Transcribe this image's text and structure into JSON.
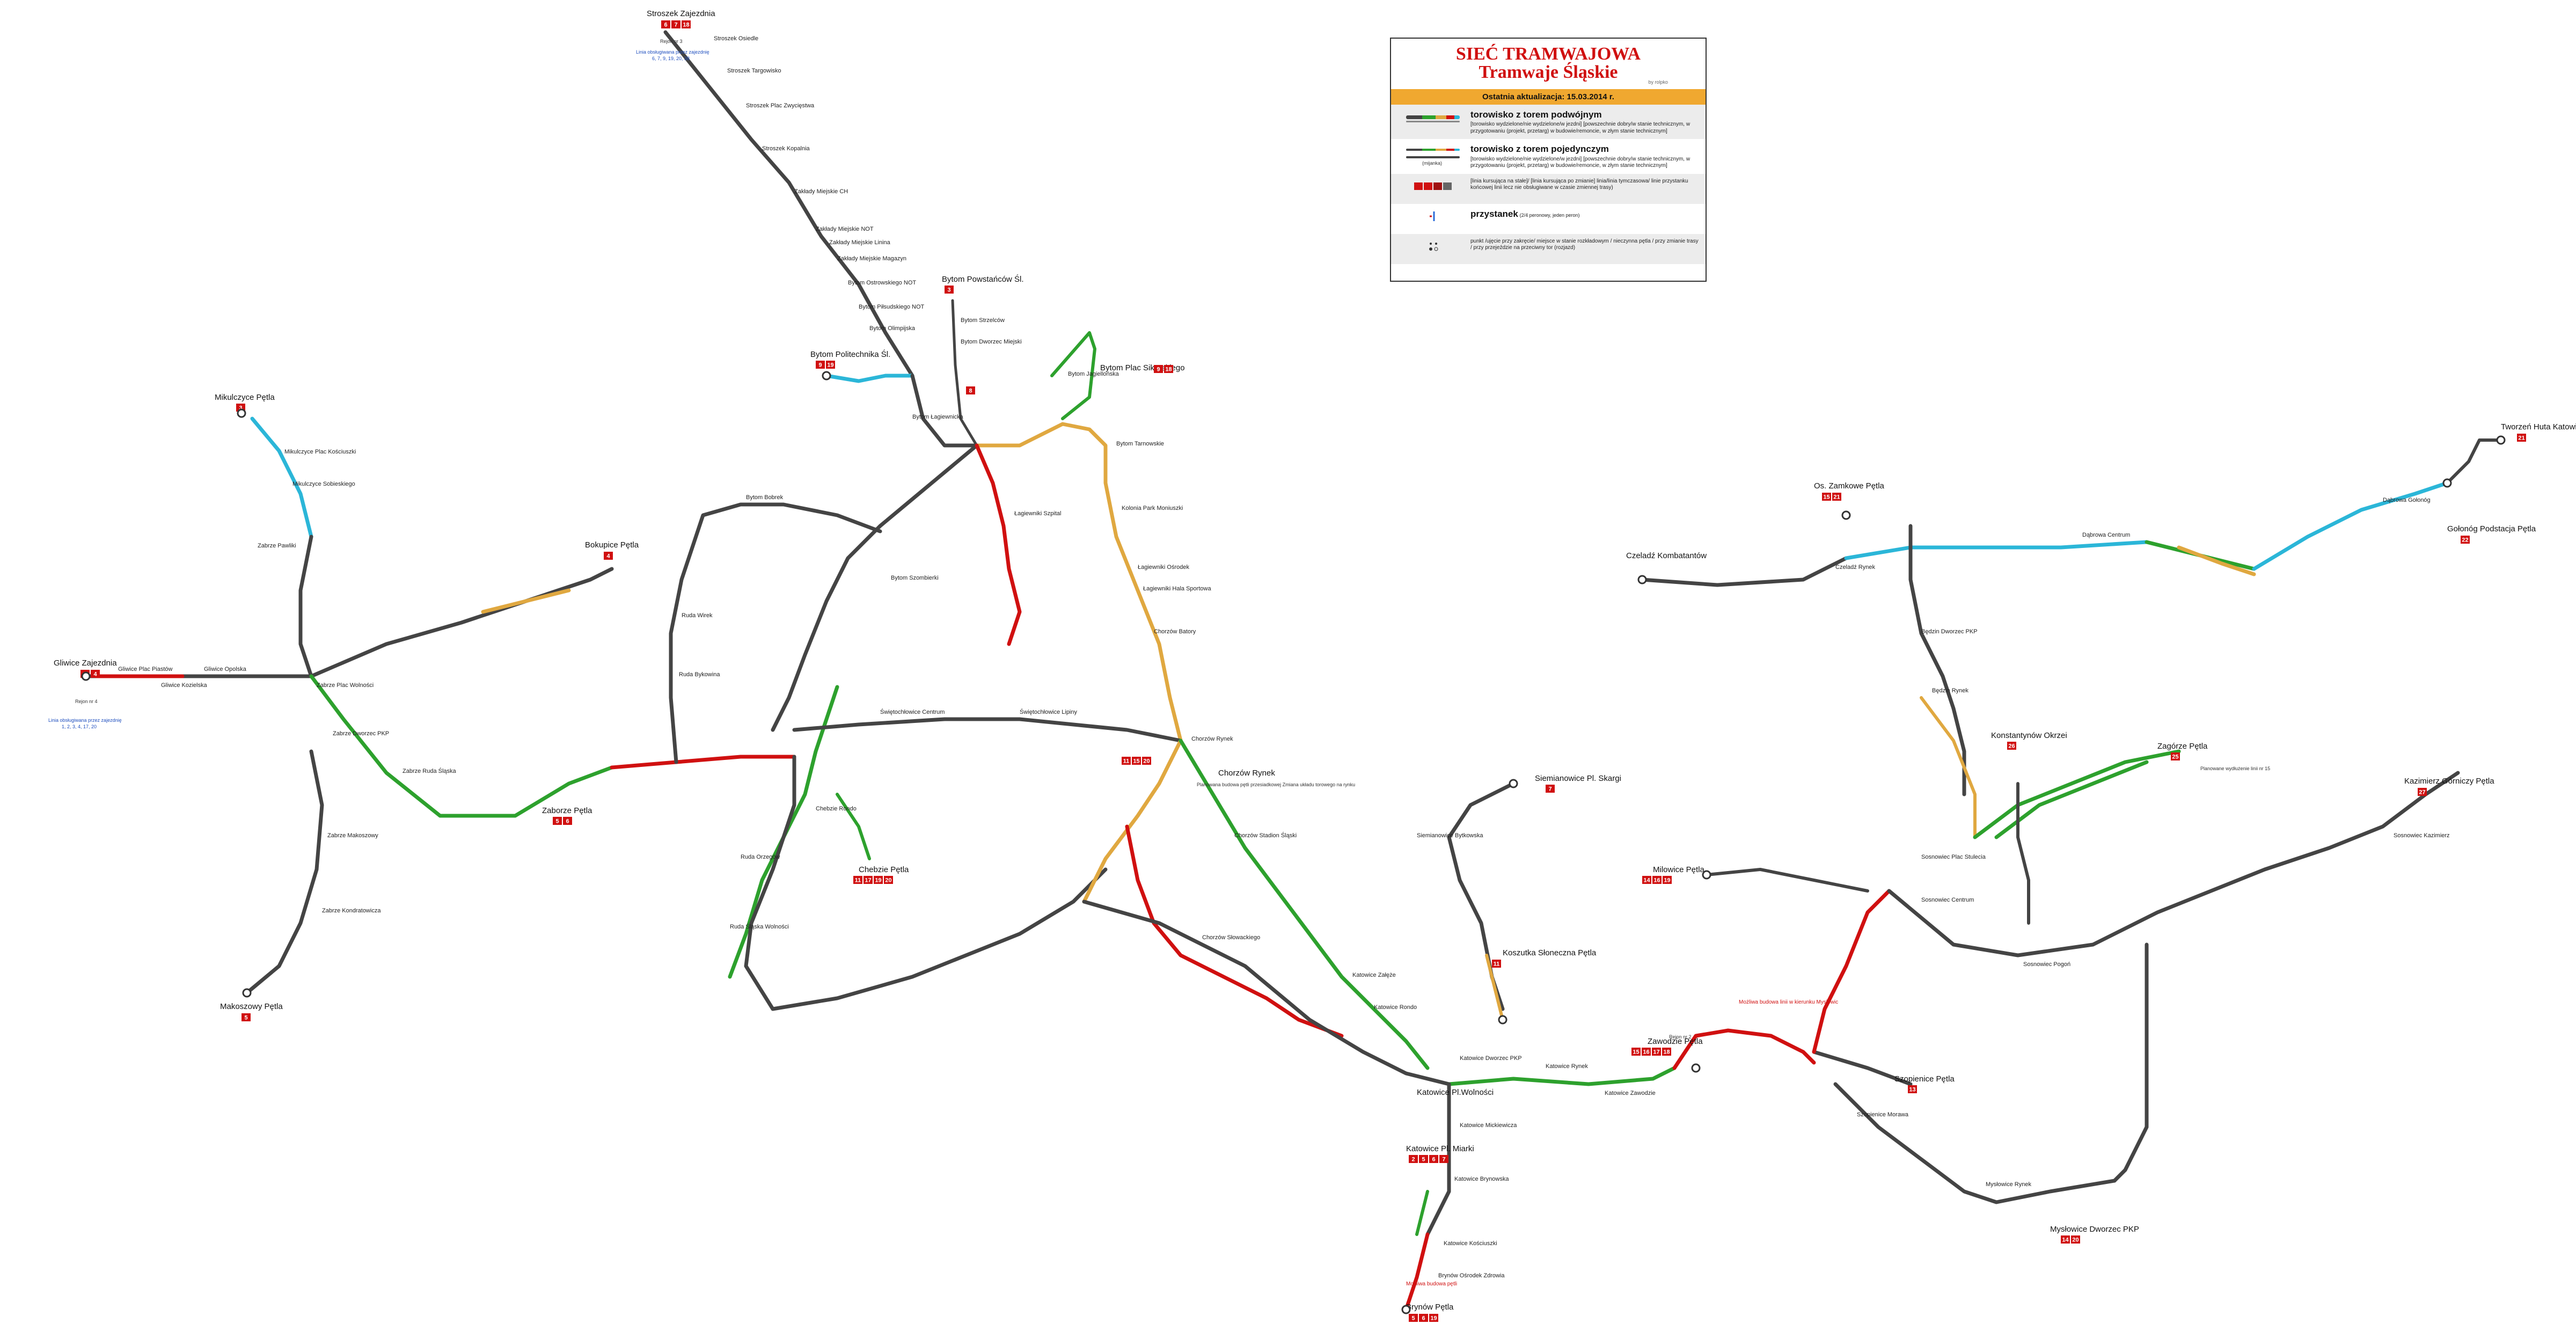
{
  "legend": {
    "title_line1": "SIEĆ TRAMWAJOWA",
    "title_line2": "Tramwaje Śląskie",
    "author": "by rolpko",
    "update": "Ostatnia aktualizacja: 15.03.2014 r.",
    "double_title": "torowisko z torem podwójnym",
    "double_desc": "[torowisko wydzielone/nie wydzielone/w jezdni] [powszechnie dobry/w stanie technicznym, w przygotowaniu (projekt, przetarg) w budowie/remoncie, w złym stanie technicznym]",
    "single_title": "torowisko z torem pojedynczym",
    "single_desc": "[torowisko wydzielone/nie wydzielone/w jezdni] [powszechnie dobry/w stanie technicznym, w przygotowaniu (projekt, przetarg) w budowie/remoncie, w złym stanie technicznym]",
    "single_sub": "(mijanka)",
    "lines_desc": "[linia kursująca na stałe]/ [linia kursująca po zmianie] linia/linia tymczasowa/ linie przystanku końcowej linii lecz nie obsługiwane w czasie zmiennej trasy)",
    "stop_title": "przystanek",
    "stop_sub": "(2/4 peronowy, jeden peron)",
    "points_desc": "punkt /ujęcie przy zakręcie/ miejsce w stanie rozkładowym / nieczynna pętla / przy zmianie trasy / przy przejeździe na przeciwny tor (rozjazd)"
  },
  "terminals": {
    "stroszek": "Stroszek Zajezdnia",
    "bytom_pol": "Bytom Powstańców Śl.",
    "bytom_polod": "Bytom Politechnika Śl.",
    "bytom_sikor": "Bytom Plac Sikorskiego",
    "mikulczyce": "Mikulczyce Pętla",
    "gliwice": "Gliwice Zajezdnia",
    "bokupice": "Bokupice Pętla",
    "zaborze": "Zaborze Pętla",
    "makoszowy": "Makoszowy Pętla",
    "chebzie": "Chebzie Pętla",
    "czeladz": "Czeladź Kombatantów",
    "os_zamkowe": "Os. Zamkowe Pętla",
    "tworzen": "Tworzeń Huta Katowice",
    "golonog": "Gołonóg Podstacja Pętla",
    "konstantynow": "Konstantynów Okrzei",
    "zagorze": "Zagórze Pętla",
    "kazimierz": "Kazimierz Górniczy Pętla",
    "milowice": "Milowice Pętla",
    "siemianowice": "Siemianowice Pl. Skargi",
    "koszutka": "Koszutka Słoneczna Pętla",
    "katowice_wol": "Katowice Pl.Wolności",
    "zawodzie": "Zawodzie Pętla",
    "szopienice": "Szopienice Pętla",
    "myslowice": "Mysłowice Dworzec PKP",
    "katowice_miarki": "Katowice Pl. Miarki",
    "brynow": "Brynów Pętla",
    "chorzow_rynek": "Chorzów Rynek"
  },
  "badges": {
    "stroszek": [
      "6",
      "7",
      "18"
    ],
    "bytom_pol": [
      "3"
    ],
    "bytom_polod": [
      "9",
      "19"
    ],
    "bytom_sikor": [
      "9",
      "18"
    ],
    "mikulczyce": [
      "3"
    ],
    "gliwice": [
      "1",
      "4"
    ],
    "bokupice": [
      "4"
    ],
    "zaborze": [
      "5",
      "6"
    ],
    "makoszowy": [
      "5"
    ],
    "chebzie": [
      "11",
      "17",
      "19",
      "20"
    ],
    "os_zamkowe": [
      "15",
      "21"
    ],
    "tworzen": [
      "21"
    ],
    "golonog": [
      "22"
    ],
    "konstantynow": [
      "26"
    ],
    "zagorze": [
      "25"
    ],
    "kazimierz": [
      "27"
    ],
    "milowice": [
      "14",
      "16",
      "19"
    ],
    "siemianowice": [
      "7"
    ],
    "koszutka": [
      "11"
    ],
    "zawodzie": [
      "15",
      "16",
      "17",
      "18"
    ],
    "szopienice": [
      "13"
    ],
    "myslowice": [
      "14",
      "20"
    ],
    "katowice_miarki": [
      "2",
      "5",
      "6",
      "7"
    ],
    "brynow": [
      "5",
      "6",
      "19"
    ],
    "chorzow": [
      "11",
      "15",
      "20"
    ],
    "piekary": [
      "8"
    ]
  },
  "stops": {
    "s01": "Stroszek Osiedle",
    "s02": "Stroszek Targowisko",
    "s03": "Stroszek Plac Zwycięstwa",
    "s04": "Stroszek Kopalnia",
    "s05": "Zakłady Miejskie CH",
    "s06": "Zakłady Miejskie NOT",
    "s07": "Zakłady Miejskie Linina",
    "s08": "Zakłady Miejskie Magazyn",
    "s09": "Bytom Ostrowskiego NOT",
    "s10": "Bytom Piłsudskiego NOT",
    "s11": "Bytom Olimpijska",
    "s12": "Bytom Strzelców",
    "s13": "Bytom Dworzec Miejski",
    "s14": "Bytom Jagiellońska",
    "s15": "Bytom Łagiewnicka",
    "s16": "Bytom Tarnowskie",
    "s17": "Kolonia Park Moniuszki",
    "s18": "Łagiewniki Szpital",
    "s19": "Łagiewniki Ośrodek",
    "s20": "Łagiewniki Hala Sportowa",
    "s21": "Chorzów Batory",
    "s22": "Chorzów Rynek",
    "s23": "Chorzów Stadion Śląski",
    "s24": "Katowice Rondo",
    "s25": "Katowice Rynek",
    "s26": "Katowice Dworzec PKP",
    "s27": "Katowice Mickiewicza",
    "s28": "Katowice Brynowska",
    "s29": "Katowice Kościuszki",
    "s30": "Mikulczyce Plac Kościuszki",
    "s31": "Mikulczyce Sobieskiego",
    "s32": "Zabrze Pawliki",
    "s33": "Zabrze Plac Wolności",
    "s34": "Zabrze Dworzec PKP",
    "s35": "Zabrze Ruda Śląska",
    "s36": "Ruda Wirek",
    "s37": "Ruda Bykowina",
    "s38": "Świętochłowice Centrum",
    "s39": "Świętochłowice Lipiny",
    "s40": "Sosnowiec Centrum",
    "s41": "Sosnowiec Pogoń",
    "s42": "Sosnowiec Plac Stulecia",
    "s43": "Będzin Dworzec PKP",
    "s44": "Będzin Rynek",
    "s45": "Czeladź Rynek",
    "s46": "Dąbrowa Centrum",
    "s47": "Dąbrowa Gołonóg",
    "s48": "Sosnowiec Kazimierz",
    "s49": "Szopienice Morawa",
    "s50": "Mysłowice Rynek",
    "s51": "Katowice Zawodzie",
    "s52": "Katowice Załęże",
    "s53": "Chorzów Słowackiego",
    "s54": "Siemianowice Bytkowska",
    "s55": "Ruda Orzegów",
    "s56": "Chebzie Rondo",
    "s57": "Ruda Śląska Wolności",
    "s58": "Bytom Szombierki",
    "s59": "Bytom Bobrek",
    "s60": "Gliwice Plac Piastów",
    "s61": "Gliwice Kozielska",
    "s62": "Gliwice Opolska",
    "s63": "Zabrze Makoszowy",
    "s64": "Zabrze Kondratowicza",
    "s65": "Brynów Ośrodek Zdrowia"
  },
  "notes": {
    "gliwice_depot": "Linia obsługiwana przez zajezdnię",
    "gliwice_lines": "1, 2, 3, 4, 17, 20",
    "stroszek_depot": "Linia obsługiwana przez zajezdnię",
    "stroszek_lines": "6, 7, 9, 19, 20, 38",
    "chorzow_note": "Planowana budowa pętli przesiadkowej Zmiana układu torowego na rynku",
    "szopienice_note": "Możliwa budowa linii w kierunku Mysłowic",
    "brynow_note": "Możliwa budowa pętli",
    "zagorze_note": "Planowane wydłużenie linii nr 15",
    "zawodzie_note": "Rejon nr 2",
    "depot_gliwice": "Rejon nr 4",
    "depot_stroszek": "Rejon nr 3"
  }
}
